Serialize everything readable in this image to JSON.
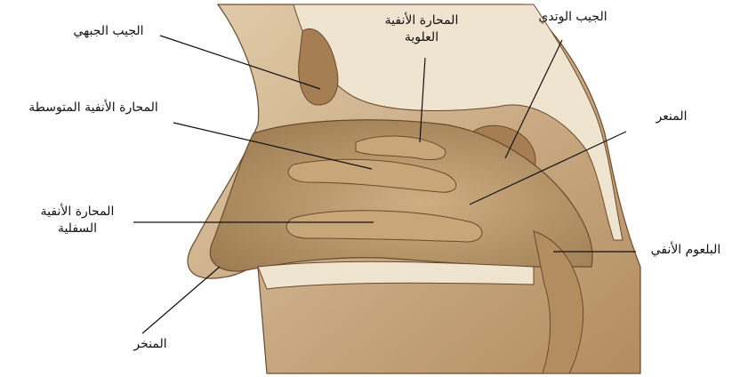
{
  "diagram": {
    "colors": {
      "tissue": "#d8bf9a",
      "tissue_dark": "#a98458",
      "cavity": "#b89066",
      "bone": "#efe4cf",
      "outline": "#6b4a2c",
      "leader": "#111111"
    },
    "labels": {
      "frontal_sinus": "الجيب الجبهي",
      "superior_concha_1": "المحارة الأنفية",
      "superior_concha_2": "العلوية",
      "sphenoid_sinus": "الجيب الوتدي",
      "middle_concha": "المحارة الأنفية المتوسطة",
      "choana": "المنعر",
      "inferior_concha_1": "المحارة الأنفية",
      "inferior_concha_2": "السفلية",
      "nasopharynx": "البلعوم الأنفي",
      "nostril": "المنخر"
    }
  }
}
